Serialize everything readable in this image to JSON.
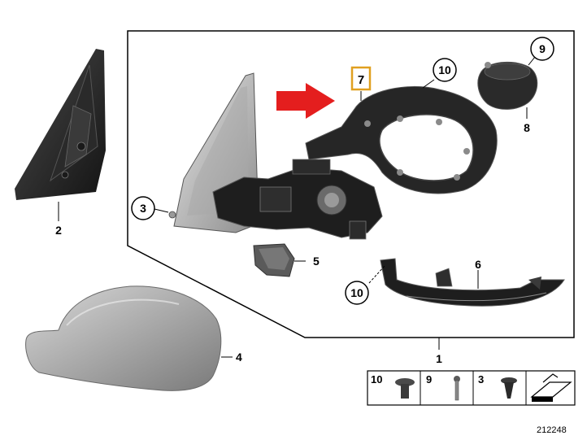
{
  "diagram": {
    "ref_number": "212248",
    "highlight_color": "#e0a020",
    "arrow_color": "#e41e1e",
    "callouts": {
      "c10_top": "10",
      "c9_top": "9",
      "c8": "8",
      "c7": "7",
      "c3_left": "3",
      "c2": "2",
      "c5": "5",
      "c6": "6",
      "c10_bottom": "10",
      "c4": "4",
      "c1": "1"
    },
    "legend": [
      {
        "number": "10",
        "icon": "screw-flat-head-icon"
      },
      {
        "number": "9",
        "icon": "pin-bolt-icon"
      },
      {
        "number": "3",
        "icon": "screw-torx-icon"
      },
      {
        "number": "",
        "icon": "mat-pad-icon"
      }
    ]
  }
}
